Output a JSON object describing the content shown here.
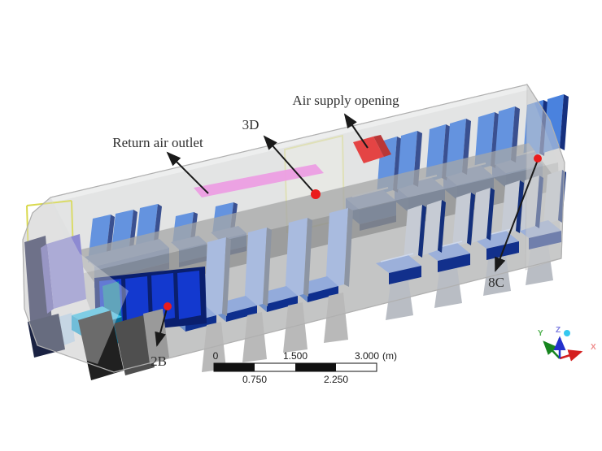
{
  "annotations": {
    "marker_color": "#ea1c1c",
    "return_air_outlet": {
      "label": "Return air outlet"
    },
    "point_3d": {
      "label": "3D"
    },
    "air_supply_opening": {
      "label": "Air supply opening"
    },
    "point_8c": {
      "label": "8C"
    },
    "point_2b": {
      "label": "2B"
    }
  },
  "scale_bar": {
    "top_ticks": [
      "0",
      "1.500",
      "3.000"
    ],
    "unit": "(m)",
    "bottom_ticks": [
      "0.750",
      "2.250"
    ]
  },
  "axis_triad": {
    "x": {
      "label": "X",
      "color": "#d42020",
      "label_color": "#ef8d8d"
    },
    "y": {
      "label": "Y",
      "color": "#17851f",
      "label_color": "#4db04d"
    },
    "z": {
      "label": "Z",
      "color": "#2330cc",
      "label_color": "#7a7ae0"
    }
  },
  "colors": {
    "shell_gray": "#e3e3e3",
    "floor_gray": "#9a9a9a",
    "outlet_pink": "#ef8fe3",
    "supply_red": "#e62222",
    "supply_red_dark": "#b31212",
    "frame_yellow": "#d9d94e",
    "seat_blue": "#4a80dc",
    "seat_cushion": "#7198e3",
    "seat_navy": "#16307e",
    "near_seat_blue": "#9cb0da",
    "bench_2b_blue": "#1339cf",
    "cyan_seat": "#41c3ea",
    "lavender_seat": "#8d8ad2"
  }
}
